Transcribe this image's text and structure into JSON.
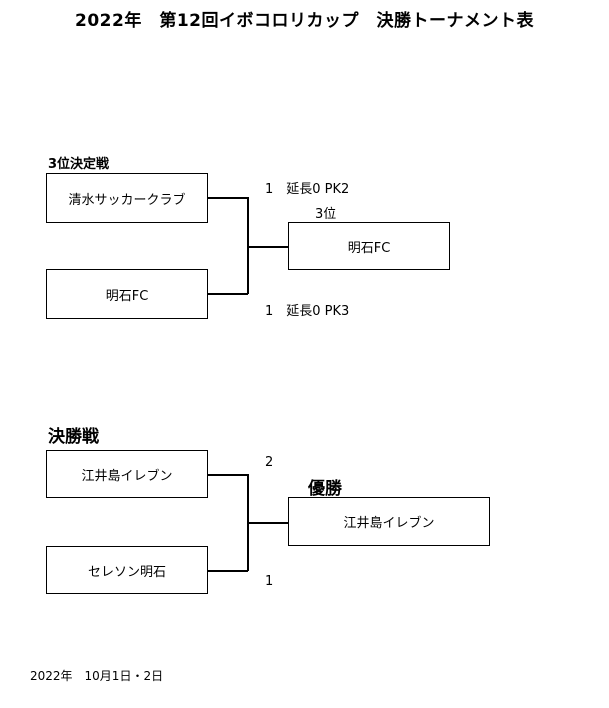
{
  "title": "2022年　第12回イボコロリカップ　決勝トーナメント表",
  "third_place": {
    "section_label": "3位決定戦",
    "team_top": "清水サッカークラブ",
    "team_bottom": "明石FC",
    "score_top": "1　延長0 PK2",
    "score_bottom": "1　延長0 PK3",
    "result_label": "3位",
    "winner": "明石FC"
  },
  "final": {
    "section_label": "決勝戦",
    "team_top": "江井島イレブン",
    "team_bottom": "セレソン明石",
    "score_top": "2",
    "score_bottom": "1",
    "result_label": "優勝",
    "winner": "江井島イレブン"
  },
  "footer_date": "2022年　10月1日・2日"
}
